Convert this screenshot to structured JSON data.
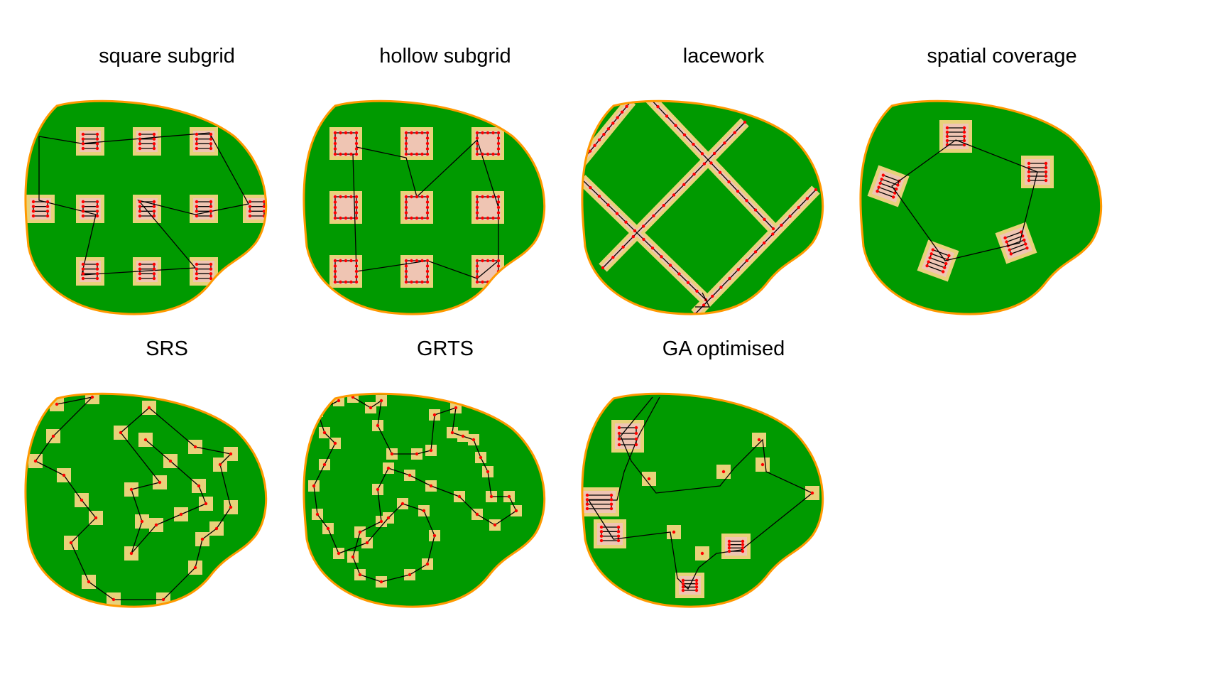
{
  "panels": [
    {
      "id": "square-subgrid",
      "title": "square subgrid"
    },
    {
      "id": "hollow-subgrid",
      "title": "hollow subgrid"
    },
    {
      "id": "lacework",
      "title": "lacework"
    },
    {
      "id": "spatial-coverage",
      "title": "spatial coverage"
    },
    {
      "id": "srs",
      "title": "SRS"
    },
    {
      "id": "grts",
      "title": "GRTS"
    },
    {
      "id": "ga-optimised",
      "title": "GA optimised"
    }
  ],
  "colors": {
    "field_fill": "#009a00",
    "boundary": "#ff9900",
    "buffer": "#e8d27a",
    "buffer_inner": "#efc5b3",
    "sample_point": "#ff0000",
    "route_line": "#000000"
  }
}
